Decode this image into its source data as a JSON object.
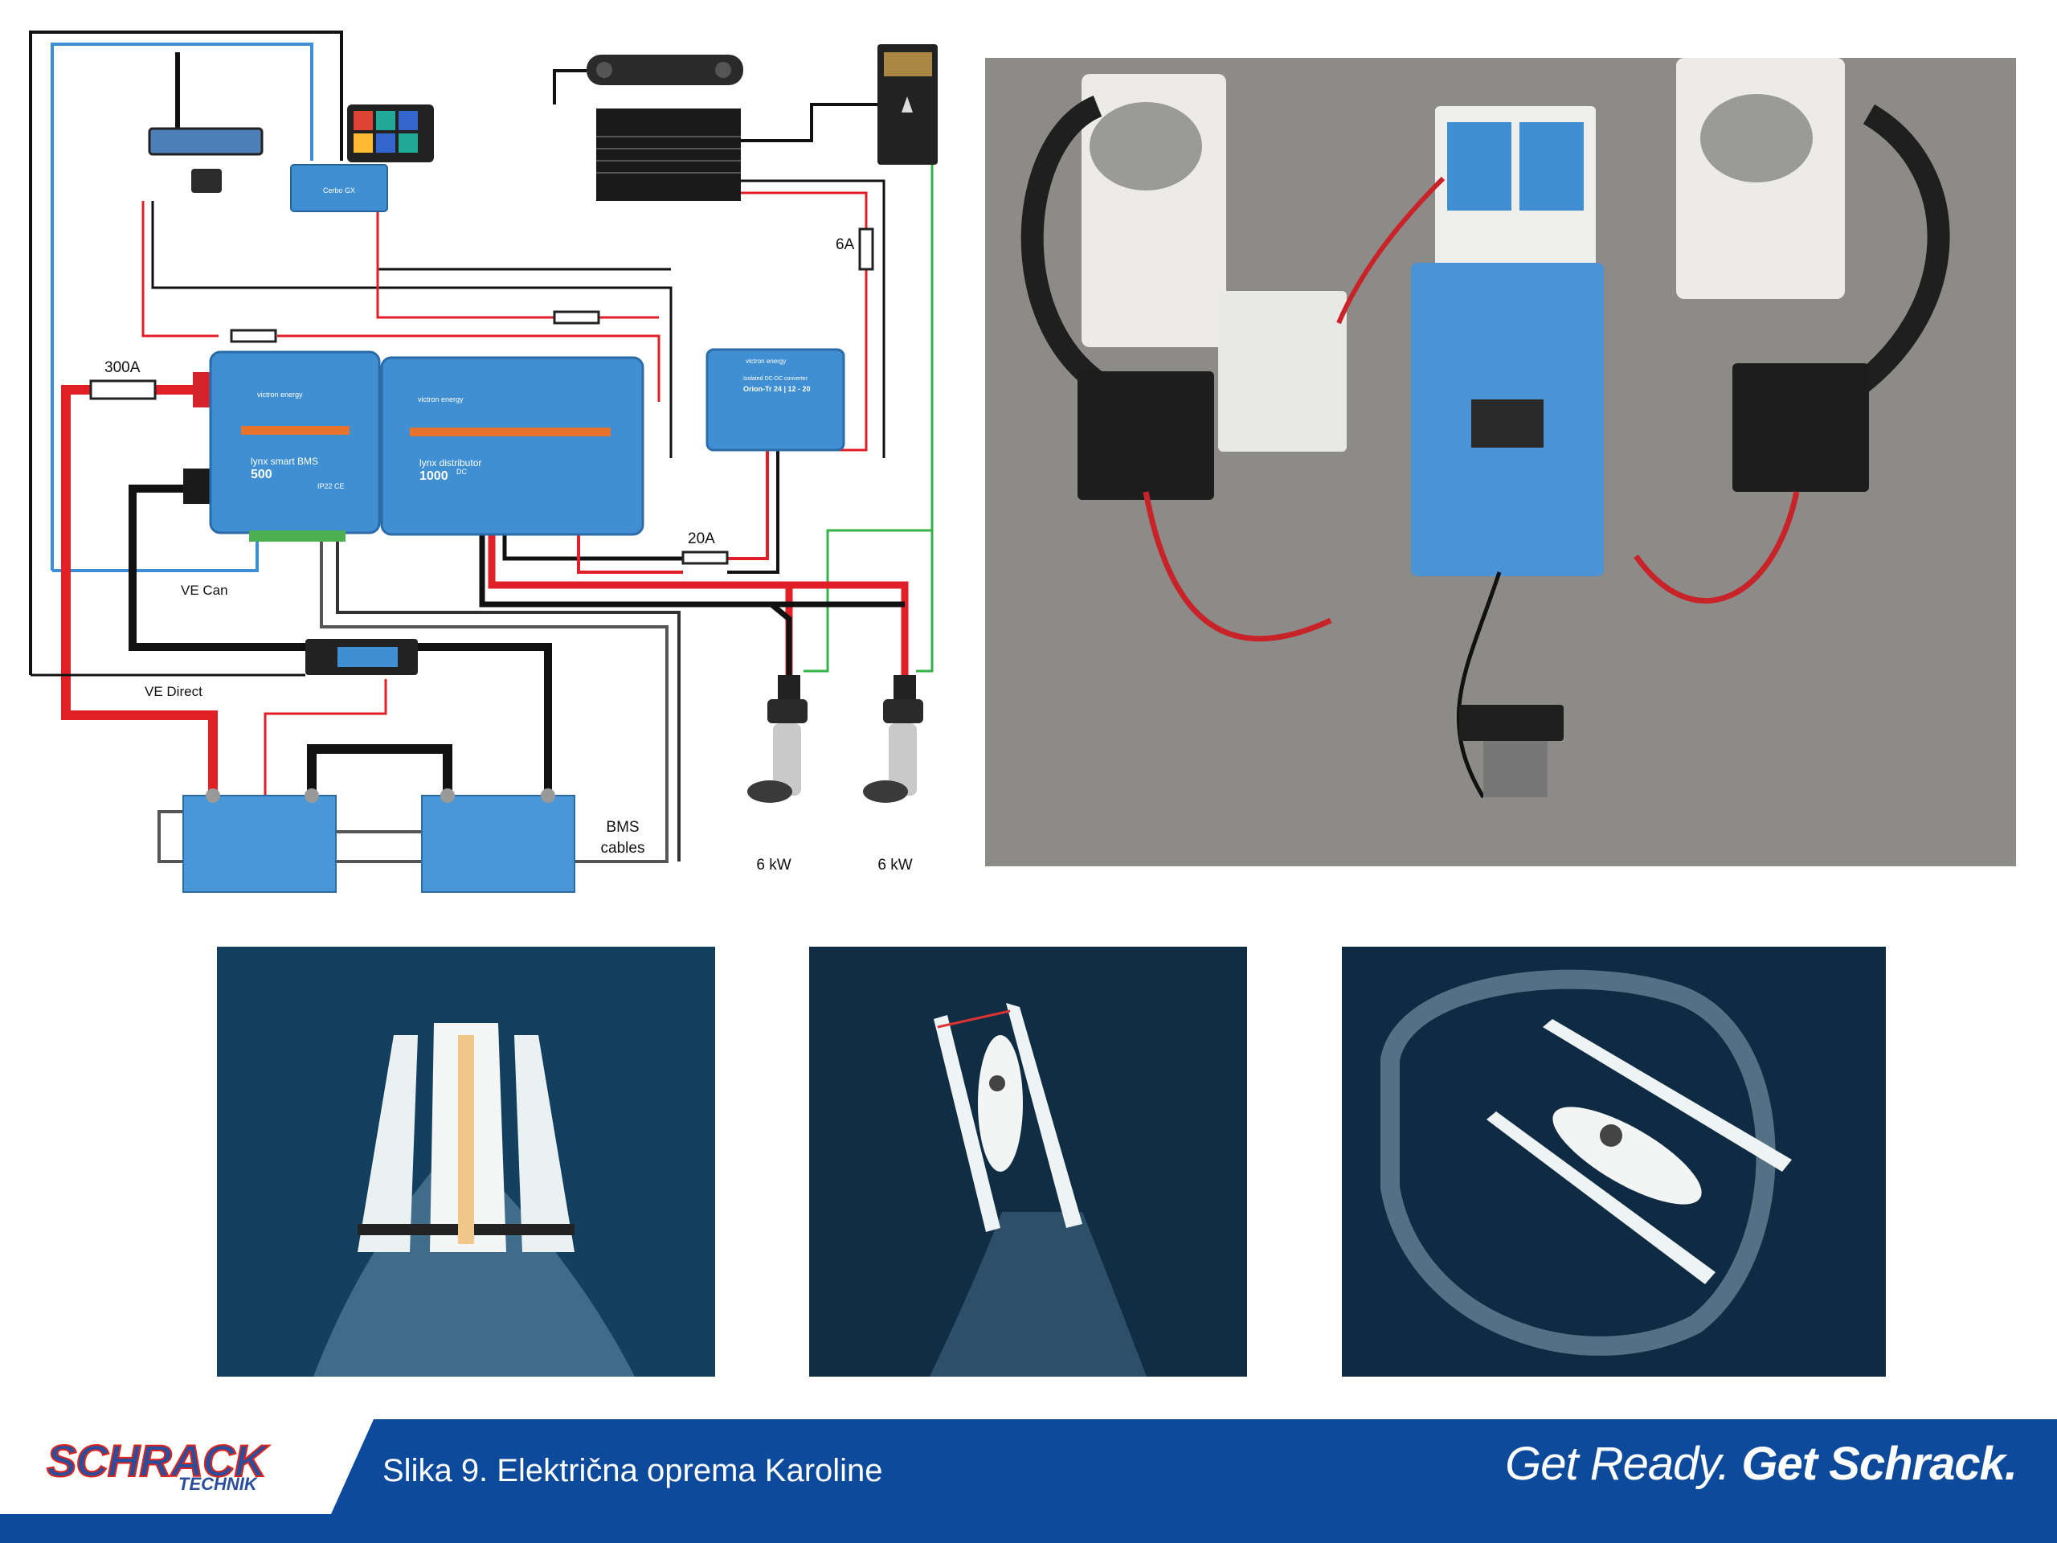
{
  "diagram": {
    "labels": {
      "fuse_main": "300A",
      "fuse_6a": "6A",
      "fuse_20a": "20A",
      "ve_can": "VE Can",
      "ve_direct": "VE Direct",
      "bms_cables_1": "BMS",
      "bms_cables_2": "cables",
      "motor_left_power": "6 kW",
      "motor_right_power": "6 kW"
    },
    "devices": {
      "bms_brand": "victron energy",
      "bms_name_1": "lynx smart BMS",
      "bms_name_2": "500",
      "bms_rating": "IP22 CE",
      "distributor_brand": "victron energy",
      "distributor_name_1": "lynx distributor",
      "distributor_name_2": "1000",
      "distributor_unit": "DC",
      "converter_brand": "victron energy",
      "converter_name_1": "Isolated DC-DC converter",
      "converter_name_2": "Orion-Tr 24 | 12 - 20",
      "gx_label": "Cerbo GX"
    },
    "colors": {
      "victron_blue": "#3f8fd2",
      "victron_orange": "#e8732c",
      "wire_red": "#e11f26",
      "wire_black": "#111111",
      "wire_blue": "#3c8fd6",
      "wire_green": "#35b34a"
    }
  },
  "photos": {
    "top_right": "electrical-components-on-floor-photo",
    "bottom": [
      "boat-rear-view-photo",
      "boat-aerial-straight-photo",
      "boat-aerial-turning-photo"
    ]
  },
  "footer": {
    "logo_main": "SCHRACK",
    "logo_sub": "TECHNIK",
    "caption": "Slika 9. Električna oprema Karoline",
    "slogan_light": "Get Ready.",
    "slogan_bold": "Get Schrack.",
    "bar_color": "#0d4a9b"
  }
}
